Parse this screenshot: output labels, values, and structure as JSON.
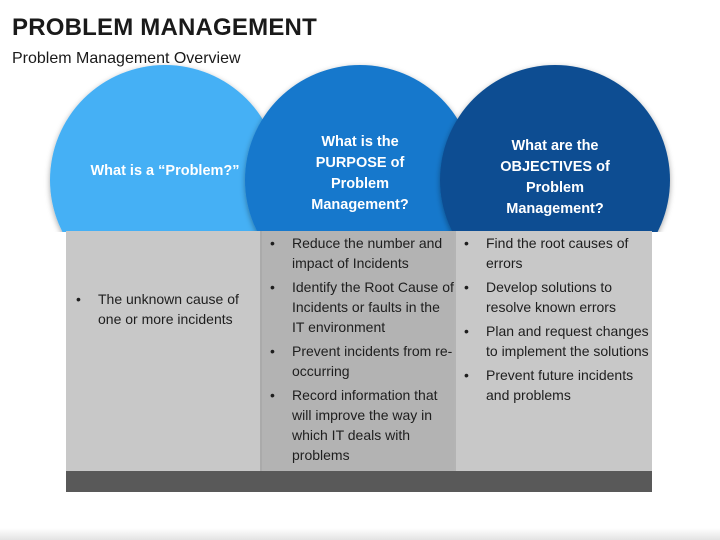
{
  "header": {
    "title": "PROBLEM MANAGEMENT",
    "subtitle": "Problem Management Overview"
  },
  "colors": {
    "circle_1": "#45B0F5",
    "circle_2": "#1578CC",
    "circle_3": "#0A4E92",
    "panel_1": "#C8C8C8",
    "panel_2": "#B3B3B3",
    "panel_3": "#C8C8C8",
    "base_bar": "#595959"
  },
  "columns": [
    {
      "heading": "What is a “Problem?”",
      "items": [
        "The unknown cause of one or more incidents"
      ]
    },
    {
      "heading": "What is the\nPURPOSE of\nProblem\nManagement?",
      "items": [
        "Reduce the number and impact of Incidents",
        "Identify the Root Cause of Incidents or faults in the IT environment",
        "Prevent incidents from re-occurring",
        "Record information that will improve the way in which IT deals with problems"
      ]
    },
    {
      "heading": "What are the\nOBJECTIVES of\nProblem\nManagement?",
      "items": [
        " Find the root causes of errors",
        "Develop solutions to resolve known errors",
        "Plan and request changes to implement the solutions",
        "Prevent future incidents and problems"
      ]
    }
  ]
}
